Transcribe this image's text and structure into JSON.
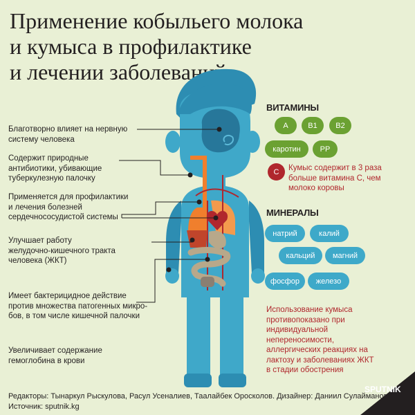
{
  "title": {
    "line1": "Применение кобыльего молока",
    "line2": "и кумыса в профилактике",
    "line3": "и лечении заболеваний"
  },
  "callouts": [
    {
      "lines": [
        "Благотворно влияет на нервную",
        "систему человека"
      ]
    },
    {
      "lines": [
        "Содержит природные",
        "антибиотики, убивающие",
        "туберкулезную палочку"
      ]
    },
    {
      "lines": [
        "Применяется для профилактики",
        "и лечения болезней",
        "сердечнососудистой системы"
      ]
    },
    {
      "lines": [
        "Улучшает работу",
        "желудочно-кишечного тракта",
        "человека (ЖКТ)"
      ]
    },
    {
      "lines": [
        "Имеет бактерицидное действие",
        "против множества патогенных микро-",
        "бов, в том числе кишечной палочки"
      ]
    },
    {
      "lines": [
        "Увеличивает содержание",
        "гемоглобина в крови"
      ]
    }
  ],
  "vitamins": {
    "title": "ВИТАМИНЫ",
    "items": [
      "A",
      "B1",
      "B2",
      "каротин",
      "PP"
    ],
    "c_label": "C",
    "c_note": [
      "Кумыс содержит в 3 раза",
      "больше витамина С, чем",
      "молоко коровы"
    ]
  },
  "minerals": {
    "title": "МИНЕРАЛЫ",
    "items": [
      "натрий",
      "калий",
      "кальций",
      "магний",
      "фосфор",
      "железо"
    ]
  },
  "warning": [
    "Использование кумыса",
    "противопоказано при",
    "индивидуальной",
    "непереносимости,",
    "аллергических реакциях на",
    "лактозу и заболеваниях ЖКТ",
    "в стадии обострения"
  ],
  "footer": {
    "editors": "Редакторы: Тынаркул Рыскулова, Расул Усеналиев, Таалайбек Оросколов. Дизайнер: Даниил Сулайманов",
    "source": "Источник: sputnik.kg"
  },
  "brand": "SPUTNIK",
  "colors": {
    "background": "#e9f0d5",
    "body": "#3fa8c9",
    "vitamin": "#6ba132",
    "mineral": "#3ea9c9",
    "alert": "#b0272d"
  }
}
